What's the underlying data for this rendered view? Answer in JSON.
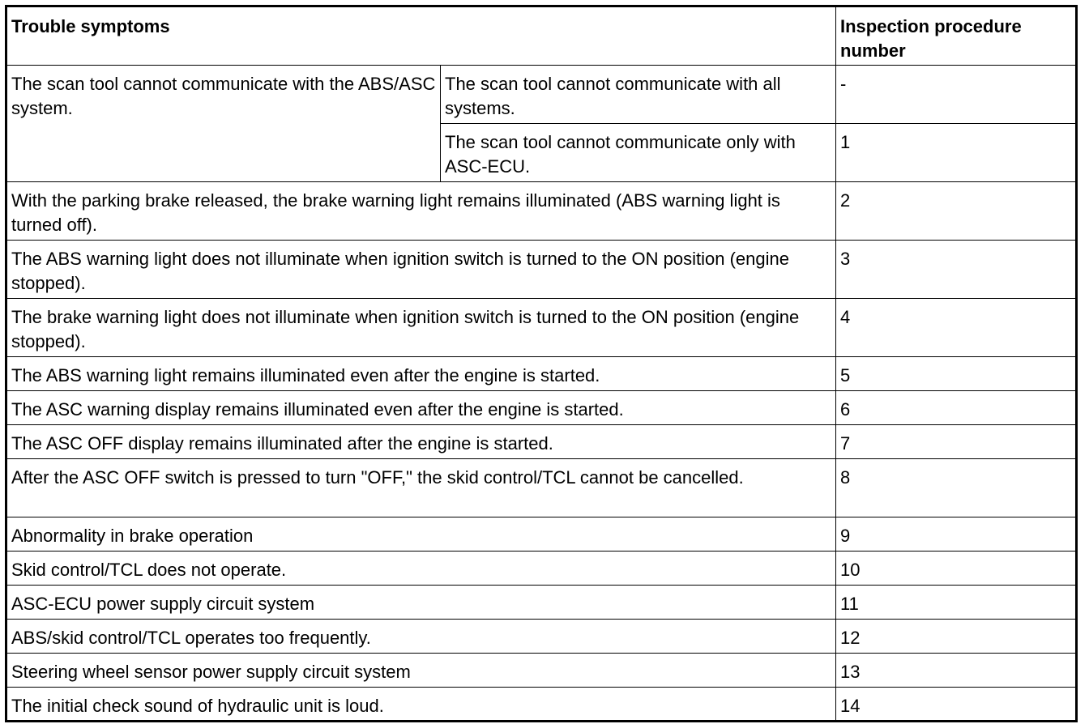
{
  "table": {
    "headers": {
      "symptoms": "Trouble symptoms",
      "procedure": "Inspection procedure number"
    },
    "scan_tool_group": {
      "label": "The scan tool cannot communicate with the ABS/ASC system.",
      "sub_rows": [
        {
          "symptom": "The scan tool cannot communicate with all systems.",
          "procedure": "-"
        },
        {
          "symptom": "The scan tool cannot communicate only with ASC-ECU.",
          "procedure": "1"
        }
      ]
    },
    "rows": [
      {
        "symptom": "With the parking brake released, the brake warning light remains illuminated (ABS warning light is turned off).",
        "procedure": "2"
      },
      {
        "symptom": "The ABS warning light does not illuminate when ignition switch is turned to the ON position (engine stopped).",
        "procedure": "3"
      },
      {
        "symptom": "The brake warning light does not illuminate when ignition switch is turned to the ON position (engine stopped).",
        "procedure": "4"
      },
      {
        "symptom": "The ABS warning light remains illuminated even after the engine is started.",
        "procedure": "5"
      },
      {
        "symptom": "The ASC warning display remains illuminated even after the engine is started.",
        "procedure": "6"
      },
      {
        "symptom": "The ASC OFF display remains illuminated after the engine is started.",
        "procedure": "7"
      },
      {
        "symptom": "After the ASC OFF switch is pressed to turn \"OFF,\" the skid control/TCL cannot be cancelled.",
        "procedure": "8"
      },
      {
        "symptom": "Abnormality in brake operation",
        "procedure": "9"
      },
      {
        "symptom": "Skid control/TCL does not operate.",
        "procedure": "10"
      },
      {
        "symptom": "ASC-ECU power supply circuit system",
        "procedure": "11"
      },
      {
        "symptom": "ABS/skid control/TCL operates too frequently.",
        "procedure": "12"
      },
      {
        "symptom": "Steering wheel sensor power supply circuit system",
        "procedure": "13"
      },
      {
        "symptom": "The initial check sound of hydraulic unit is loud.",
        "procedure": "14"
      }
    ]
  }
}
